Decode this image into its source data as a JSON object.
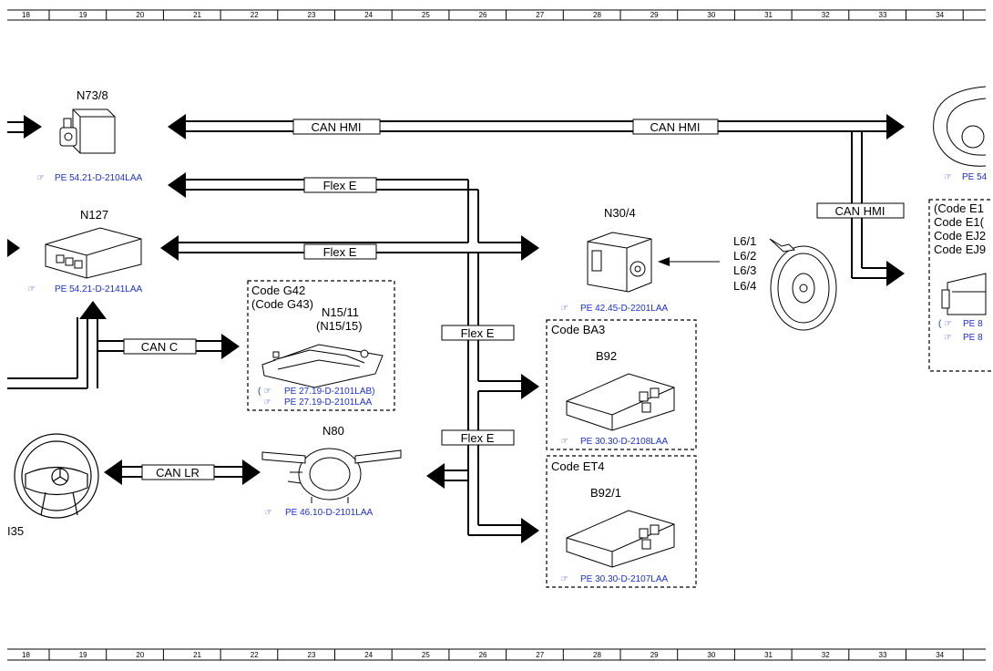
{
  "ruler": {
    "numbers": [
      "18",
      "19",
      "20",
      "21",
      "22",
      "23",
      "24",
      "25",
      "26",
      "27",
      "28",
      "29",
      "30",
      "31",
      "32",
      "33",
      "34"
    ]
  },
  "components": {
    "n73_8": {
      "label": "N73/8",
      "ref": "PE 54.21-D-2104LAA"
    },
    "n127": {
      "label": "N127",
      "ref": "PE 54.21-D-2141LAA"
    },
    "n15_11": {
      "codes": [
        "Code G42",
        "(Code G43)"
      ],
      "labels": [
        "N15/11",
        "(N15/15)"
      ],
      "refs": [
        "PE 27.19-D-2101LAB)",
        "PE 27.19-D-2101LAA"
      ],
      "ref_prefix": "("
    },
    "n80": {
      "label": "N80",
      "ref": "PE 46.10-D-2101LAA"
    },
    "steering": {
      "label": "I35"
    },
    "n30_4": {
      "label": "N30/4",
      "ref": "PE 42.45-D-2201LAA"
    },
    "wheel_sensors": {
      "labels": [
        "L6/1",
        "L6/2",
        "L6/3",
        "L6/4"
      ]
    },
    "b92": {
      "code": "Code BA3",
      "label": "B92",
      "ref": "PE 30.30-D-2108LAA"
    },
    "b92_1": {
      "code": "Code ET4",
      "label": "B92/1",
      "ref": "PE 30.30-D-2107LAA"
    },
    "right_top": {
      "ref": "PE 54"
    },
    "right_box": {
      "codes": [
        "(Code E1",
        "Code E1(",
        "Code EJ2",
        "Code EJ9"
      ],
      "refs": [
        "PE 8",
        "PE 8"
      ],
      "ref_prefix": "("
    }
  },
  "buses": {
    "can_hmi_1": "CAN HMI",
    "can_hmi_2": "CAN HMI",
    "can_hmi_3": "CAN HMI",
    "flex_e_1": "Flex E",
    "flex_e_2": "Flex E",
    "flex_e_3": "Flex E",
    "flex_e_4": "Flex E",
    "can_c": "CAN C",
    "can_lr": "CAN LR"
  }
}
